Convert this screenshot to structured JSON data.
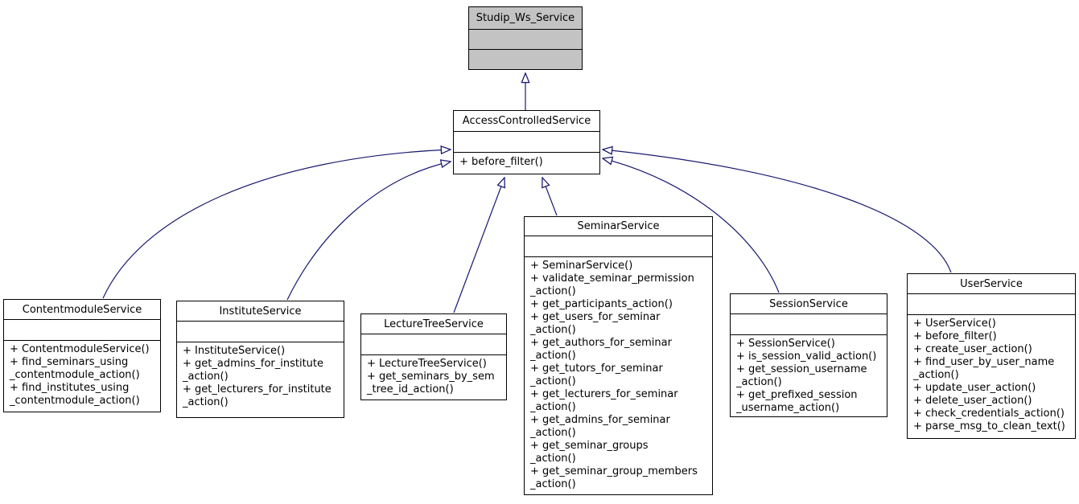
{
  "diagram": {
    "kind": "uml-class-inheritance-diagram",
    "root_class": "Studip_Ws_Service"
  },
  "colors": {
    "edge": "#191970",
    "node_border": "#000000",
    "node_fill": "#ffffff",
    "highlight_node_fill": "#c3c3c3",
    "background": "#ffffff",
    "text": "#000000"
  },
  "nodes": [
    {
      "id": "studip_ws_service",
      "label": "Studip_Ws_Service",
      "method_lines": []
    },
    {
      "id": "access_controlled_service",
      "label": "AccessControlledService",
      "method_lines": [
        "+ before_filter()"
      ]
    },
    {
      "id": "contentmodule_service",
      "label": "ContentmoduleService",
      "method_lines": [
        "+ ContentmoduleService()",
        "+ find_seminars_using",
        "_contentmodule_action()",
        "+ find_institutes_using",
        "_contentmodule_action()"
      ]
    },
    {
      "id": "institute_service",
      "label": "InstituteService",
      "method_lines": [
        "+ InstituteService()",
        "+ get_admins_for_institute",
        "_action()",
        "+ get_lecturers_for_institute",
        "_action()"
      ]
    },
    {
      "id": "lecture_tree_service",
      "label": "LectureTreeService",
      "method_lines": [
        "+ LectureTreeService()",
        "+ get_seminars_by_sem",
        "_tree_id_action()"
      ]
    },
    {
      "id": "seminar_service",
      "label": "SeminarService",
      "method_lines": [
        "+ SeminarService()",
        "+ validate_seminar_permission",
        "_action()",
        "+ get_participants_action()",
        "+ get_users_for_seminar",
        "_action()",
        "+ get_authors_for_seminar",
        "_action()",
        "+ get_tutors_for_seminar",
        "_action()",
        "+ get_lecturers_for_seminar",
        "_action()",
        "+ get_admins_for_seminar",
        "_action()",
        "+ get_seminar_groups",
        "_action()",
        "+ get_seminar_group_members",
        "_action()"
      ]
    },
    {
      "id": "session_service",
      "label": "SessionService",
      "method_lines": [
        "+ SessionService()",
        "+ is_session_valid_action()",
        "+ get_session_username",
        "_action()",
        "+ get_prefixed_session",
        "_username_action()"
      ]
    },
    {
      "id": "user_service",
      "label": "UserService",
      "method_lines": [
        "+ UserService()",
        "+ before_filter()",
        "+ create_user_action()",
        "+ find_user_by_user_name",
        "_action()",
        "+ update_user_action()",
        "+ delete_user_action()",
        "+ check_credentials_action()",
        "+ parse_msg_to_clean_text()"
      ]
    }
  ],
  "edges": [
    {
      "child": "AccessControlledService",
      "parent": "Studip_Ws_Service",
      "type": "inheritance"
    },
    {
      "child": "ContentmoduleService",
      "parent": "AccessControlledService",
      "type": "inheritance"
    },
    {
      "child": "InstituteService",
      "parent": "AccessControlledService",
      "type": "inheritance"
    },
    {
      "child": "LectureTreeService",
      "parent": "AccessControlledService",
      "type": "inheritance"
    },
    {
      "child": "SeminarService",
      "parent": "AccessControlledService",
      "type": "inheritance"
    },
    {
      "child": "SessionService",
      "parent": "AccessControlledService",
      "type": "inheritance"
    },
    {
      "child": "UserService",
      "parent": "AccessControlledService",
      "type": "inheritance"
    }
  ]
}
